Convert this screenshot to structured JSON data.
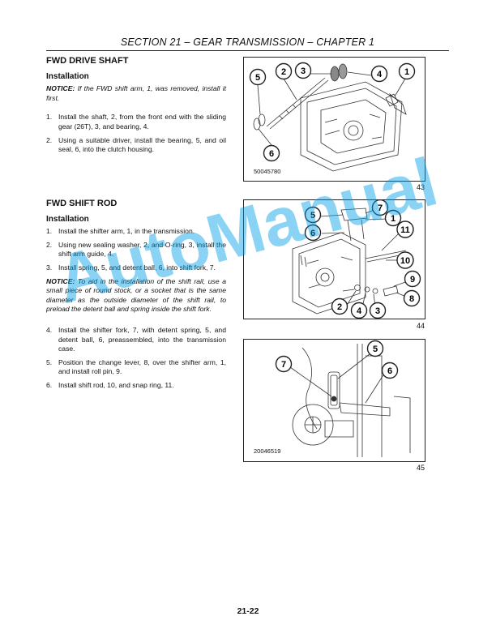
{
  "header": {
    "title": "SECTION 21 – GEAR TRANSMISSION – CHAPTER 1"
  },
  "section1": {
    "title": "FWD DRIVE SHAFT",
    "subtitle": "Installation",
    "note_label": "NOTICE:",
    "note_text": " If the FWD shift arm, 1, was removed, install it first.",
    "steps": [
      {
        "num": "1.",
        "text": "Install the shaft, 2, from the front end with the sliding gear (26T), 3, and bearing, 4."
      },
      {
        "num": "2.",
        "text": "Using a suitable driver, install the bearing, 5, and oil seal, 6, into the clutch housing."
      }
    ]
  },
  "section2": {
    "title": "FWD SHIFT ROD",
    "subtitle": "Installation",
    "steps_a": [
      {
        "num": "1.",
        "text": "Install the shifter arm, 1, in the transmission."
      },
      {
        "num": "2.",
        "text": "Using new sealing washer, 2, and O-ring, 3, install the shift arm guide, 4."
      },
      {
        "num": "3.",
        "text": "Install spring, 5, and detent ball, 6, into shift fork, 7."
      }
    ],
    "note_label": "NOTICE:",
    "note_text": " To aid in the installation of the shift rail, use a small piece of round stock, or a socket that is the same diameter as the outside diameter of the shift rail, to preload the detent ball and spring inside the shift fork.",
    "steps_b": [
      {
        "num": "4.",
        "text": "Install the shifter fork, 7, with detent spring, 5, and detent ball, 6, preassembled, into the transmission case."
      },
      {
        "num": "5.",
        "text": "Position the change lever, 8, over the shifter arm, 1, and install roll pin, 9."
      },
      {
        "num": "6.",
        "text": "Install shift rod, 10, and snap ring, 11."
      }
    ]
  },
  "figures": {
    "fig43": {
      "id": "50045780",
      "number": "43",
      "callouts": [
        "5",
        "2",
        "3",
        "4",
        "1",
        "6"
      ]
    },
    "fig44": {
      "number": "44",
      "callouts": [
        "7",
        "5",
        "1",
        "6",
        "11",
        "10",
        "9",
        "8",
        "2",
        "4",
        "3"
      ]
    },
    "fig45": {
      "id": "20046519",
      "number": "45",
      "callouts": [
        "5",
        "7",
        "6"
      ]
    }
  },
  "watermark": "AutoManual",
  "page_number": "21-22"
}
